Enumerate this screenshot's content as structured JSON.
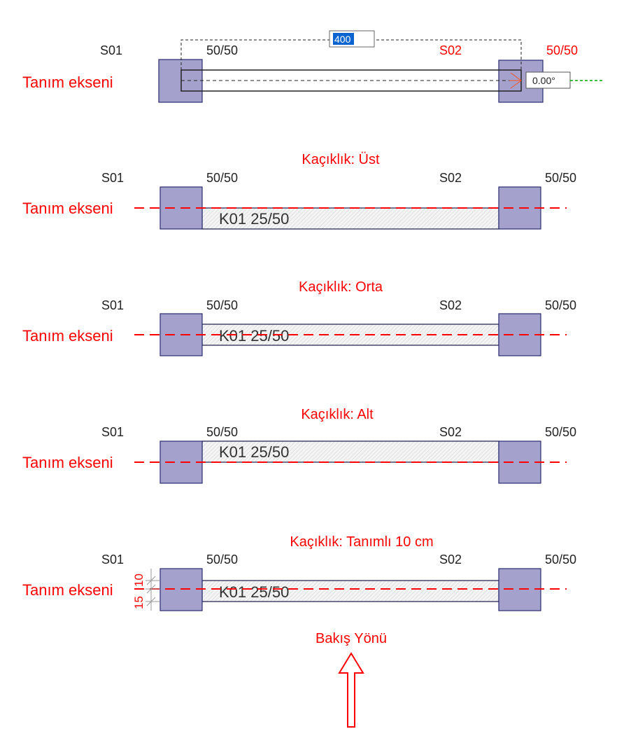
{
  "top": {
    "col1": "S01",
    "size1": "50/50",
    "col2": "S02",
    "size2": "50/50",
    "axis_label": "Tanım ekseni",
    "length_input": "400",
    "angle_input": "0.00°"
  },
  "panels": [
    {
      "title": "Kaçıklık: Üst",
      "col1": "S01",
      "size1": "50/50",
      "col2": "S02",
      "size2": "50/50",
      "axis_label": "Tanım ekseni",
      "beam": "K01 25/50"
    },
    {
      "title": "Kaçıklık: Orta",
      "col1": "S01",
      "size1": "50/50",
      "col2": "S02",
      "size2": "50/50",
      "axis_label": "Tanım ekseni",
      "beam": "K01 25/50"
    },
    {
      "title": "Kaçıklık: Alt",
      "col1": "S01",
      "size1": "50/50",
      "col2": "S02",
      "size2": "50/50",
      "axis_label": "Tanım ekseni",
      "beam": "K01 25/50"
    },
    {
      "title": "Kaçıklık: Tanımlı 10 cm",
      "col1": "S01",
      "size1": "50/50",
      "col2": "S02",
      "size2": "50/50",
      "axis_label": "Tanım ekseni",
      "beam": "K01 25/50",
      "dim_top": "10",
      "dim_bottom": "15"
    }
  ],
  "view_direction": "Bakış Yönü",
  "colors": {
    "accent": "#ff0000",
    "column": "#a4a2cc",
    "snap": "#00aa00"
  }
}
